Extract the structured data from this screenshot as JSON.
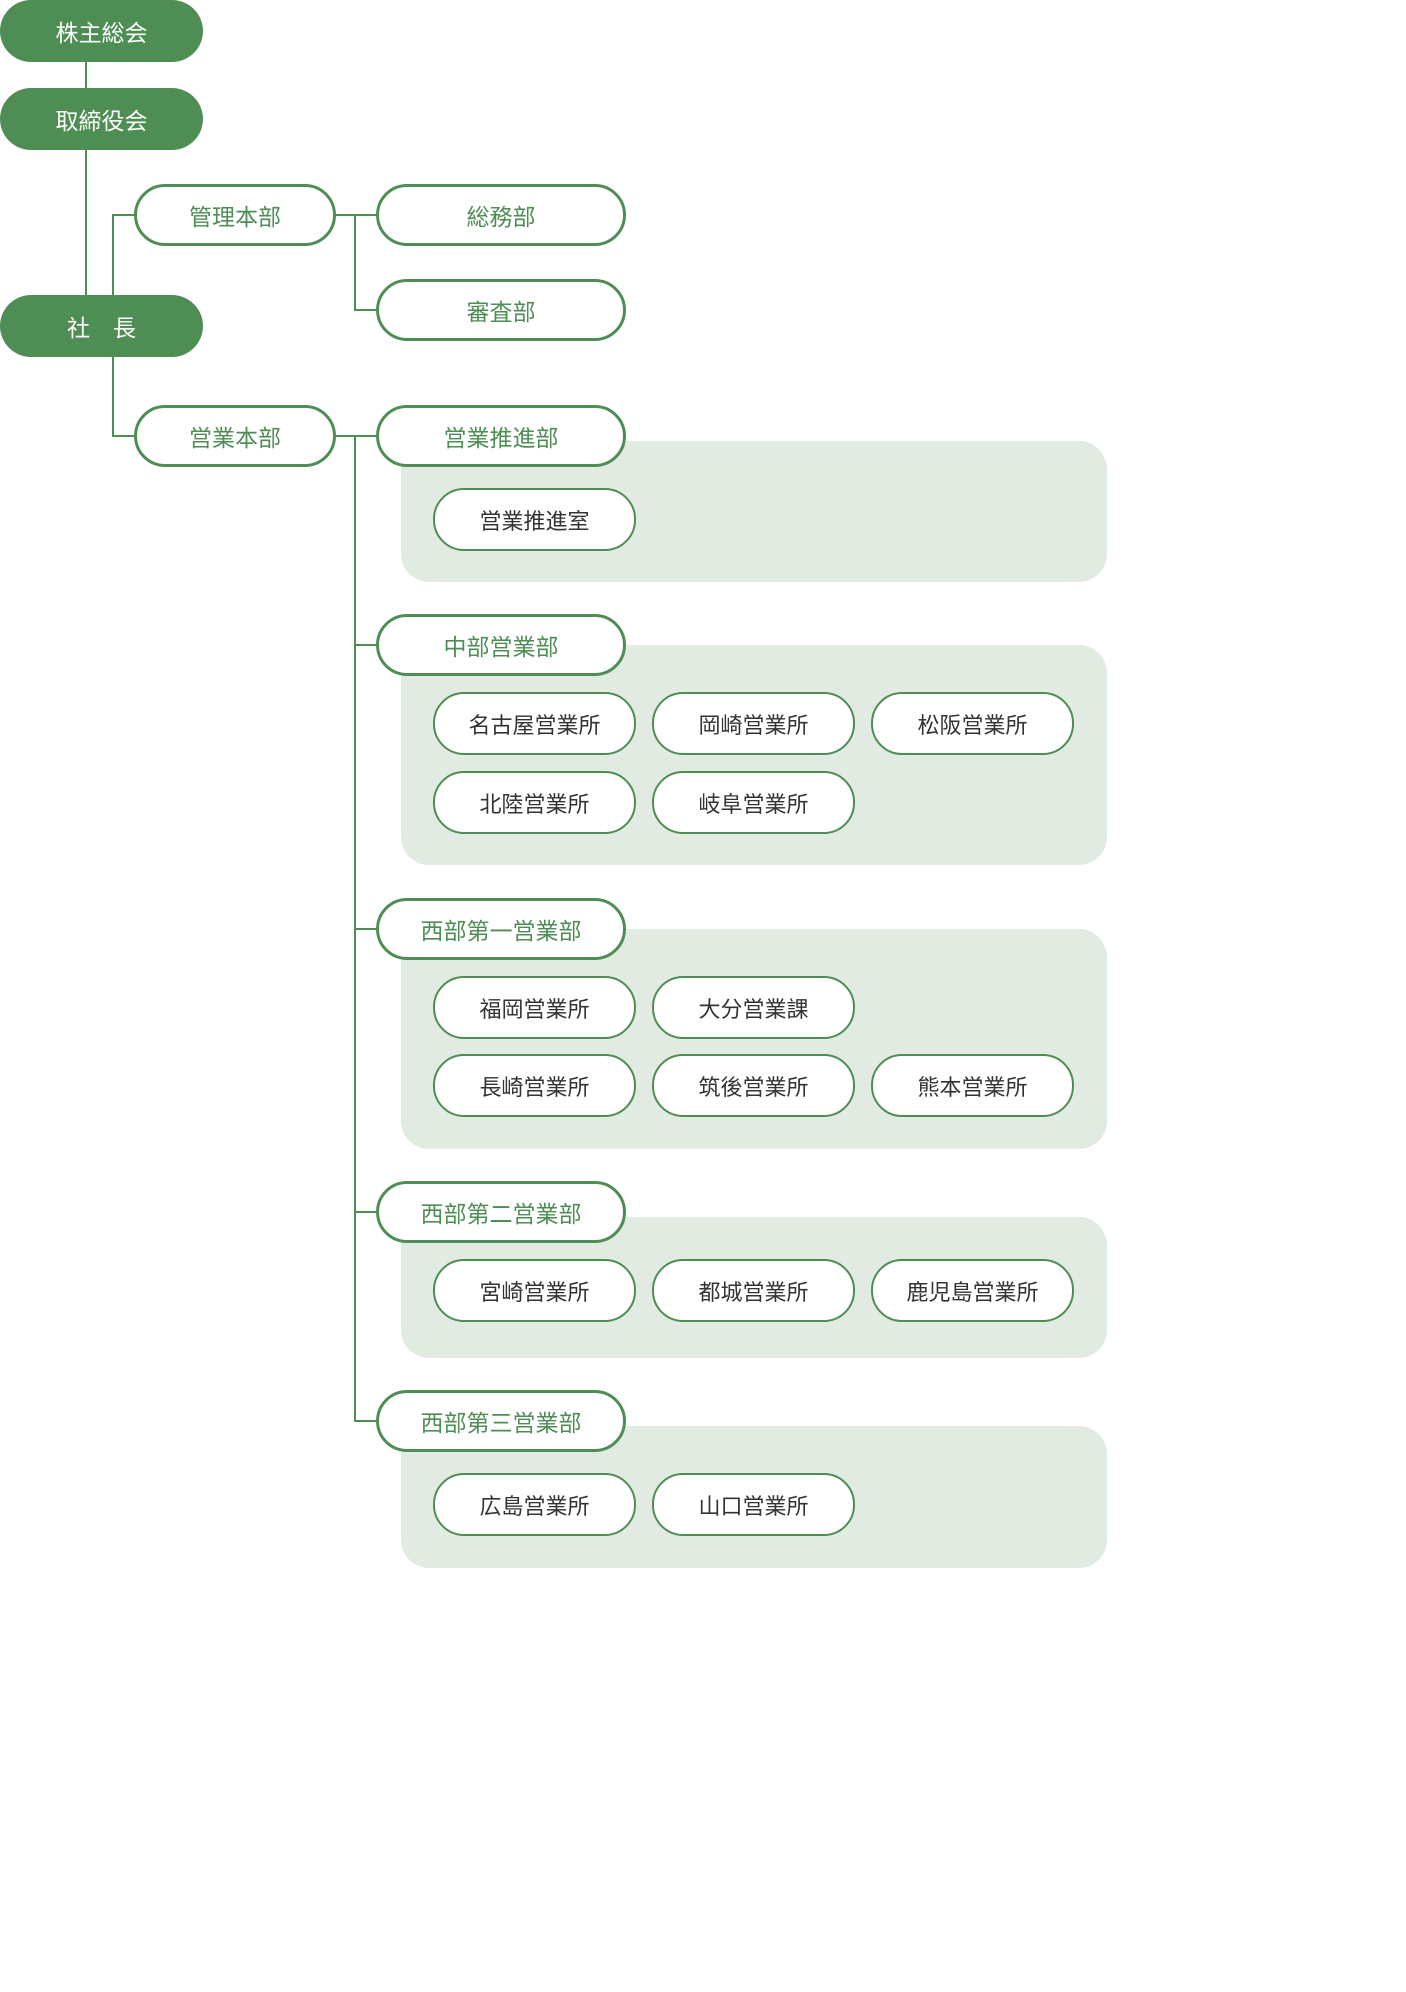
{
  "top": {
    "shareholders": "株主総会",
    "board": "取締役会",
    "president": "社　長"
  },
  "management": {
    "label": "管理本部",
    "departments": [
      "総務部",
      "審査部"
    ]
  },
  "sales": {
    "label": "営業本部",
    "departments": [
      {
        "label": "営業推進部",
        "offices": [
          "営業推進室"
        ]
      },
      {
        "label": "中部営業部",
        "offices": [
          "名古屋営業所",
          "岡崎営業所",
          "松阪営業所",
          "北陸営業所",
          "岐阜営業所"
        ]
      },
      {
        "label": "西部第一営業部",
        "offices": [
          "福岡営業所",
          "大分営業課",
          "長崎営業所",
          "筑後営業所",
          "熊本営業所"
        ]
      },
      {
        "label": "西部第二営業部",
        "offices": [
          "宮崎営業所",
          "都城営業所",
          "鹿児島営業所"
        ]
      },
      {
        "label": "西部第三営業部",
        "offices": [
          "広島営業所",
          "山口営業所"
        ]
      }
    ]
  },
  "colors": {
    "primary": "#4e8d54",
    "panel": "#e1ebe2",
    "text": "#333333"
  }
}
